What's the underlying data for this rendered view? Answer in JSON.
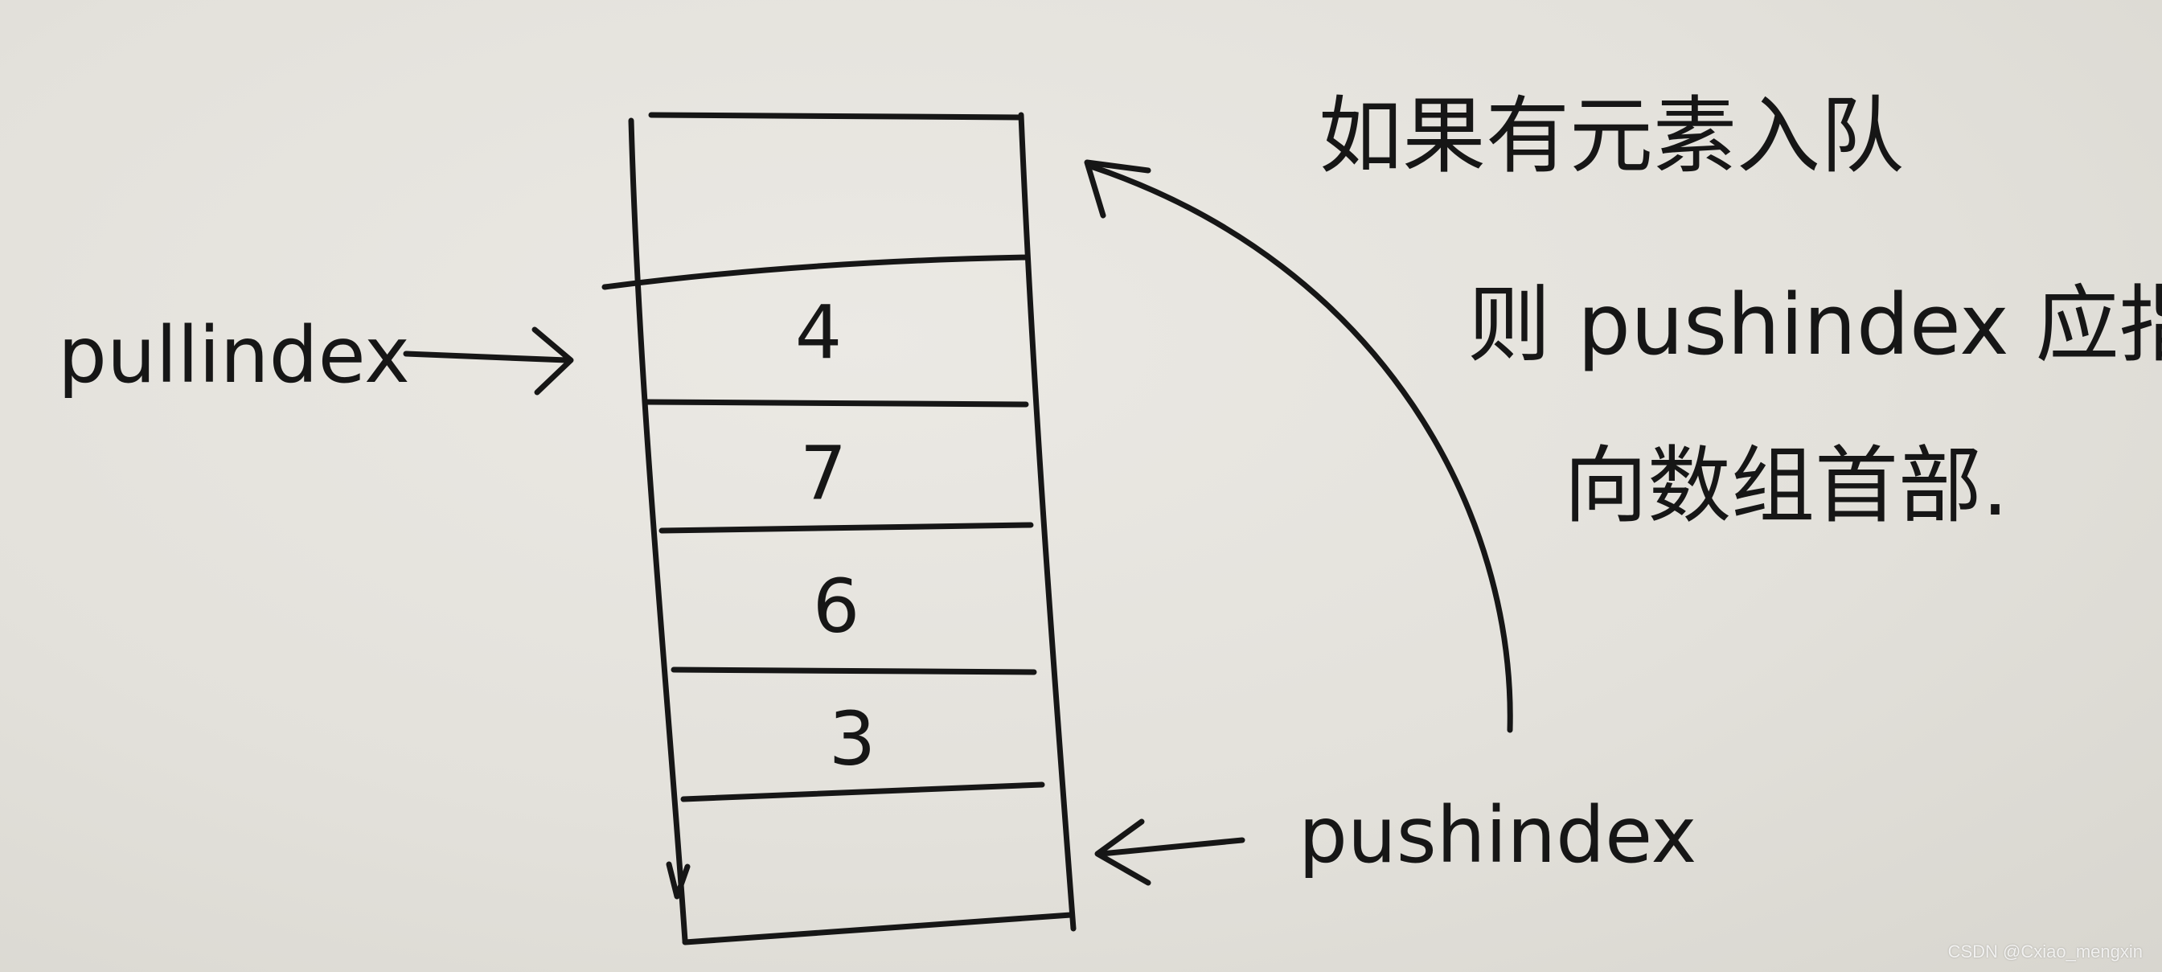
{
  "queue": {
    "cells": [
      "",
      "4",
      "7",
      "6",
      "3",
      ""
    ]
  },
  "labels": {
    "pull_index": "pullindex",
    "push_index": "pushindex"
  },
  "note": {
    "line1": "如果有元素入队",
    "line2": "则 pushindex 应指",
    "line3": "向数组首部."
  },
  "watermark": "CSDN @Cxiao_mengxin",
  "colors": {
    "ink": "#161616",
    "paper": "#e4e2dc"
  }
}
